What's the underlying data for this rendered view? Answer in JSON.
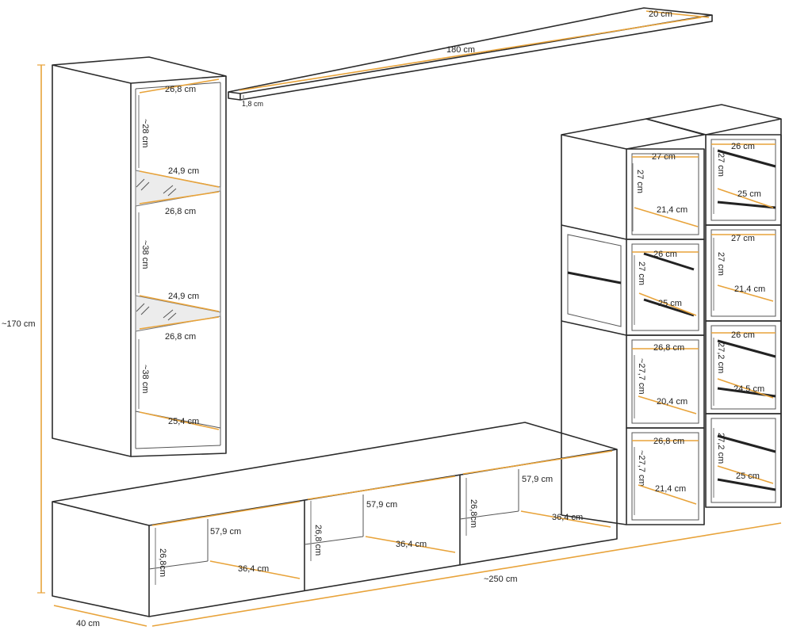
{
  "diagram": {
    "overall": {
      "height": "~170 cm",
      "width": "~250 cm",
      "depth": "40 cm"
    },
    "shelf": {
      "length": "180 cm",
      "depth": "20 cm",
      "thickness": "1,8 cm"
    },
    "tall_cabinet": {
      "top_width": "26,8 cm",
      "comp1_height": "~28 cm",
      "shelf1_depth": "24,9 cm",
      "shelf1_width": "26,8 cm",
      "comp2_height": "~38 cm",
      "shelf2_depth": "24,9 cm",
      "shelf2_width": "26,8 cm",
      "comp3_height": "~38 cm",
      "bottom_depth": "25,4 cm"
    },
    "cubes": {
      "a": {
        "width": "27 cm",
        "height": "27 cm",
        "depth": "21,4 cm"
      },
      "b": {
        "width": "26 cm",
        "height": "27 cm",
        "depth": "25 cm"
      },
      "c": {
        "width": "26 cm",
        "height": "27 cm",
        "depth": "25 cm"
      },
      "d": {
        "width": "27 cm",
        "height": "27 cm",
        "depth": "21,4 cm"
      },
      "e": {
        "width": "26,8 cm",
        "height": "~27,7 cm",
        "depth": "20,4 cm"
      },
      "f": {
        "width": "26 cm",
        "height": "27,2 cm",
        "depth": "24,5 cm"
      },
      "g": {
        "width": "26,8 cm",
        "height": "~27,7 cm",
        "depth": "21,4 cm"
      },
      "h": {
        "height": "27,2 cm",
        "depth": "25 cm"
      }
    },
    "tv_unit": {
      "c1": {
        "width": "57,9 cm",
        "height": "26,8cm",
        "depth": "36,4 cm"
      },
      "c2": {
        "width": "57,9 cm",
        "height": "26,8 cm",
        "depth": "36,4 cm"
      },
      "c3": {
        "width": "57,9 cm",
        "height": "26,8cm",
        "depth": "36,4 cm"
      }
    }
  }
}
